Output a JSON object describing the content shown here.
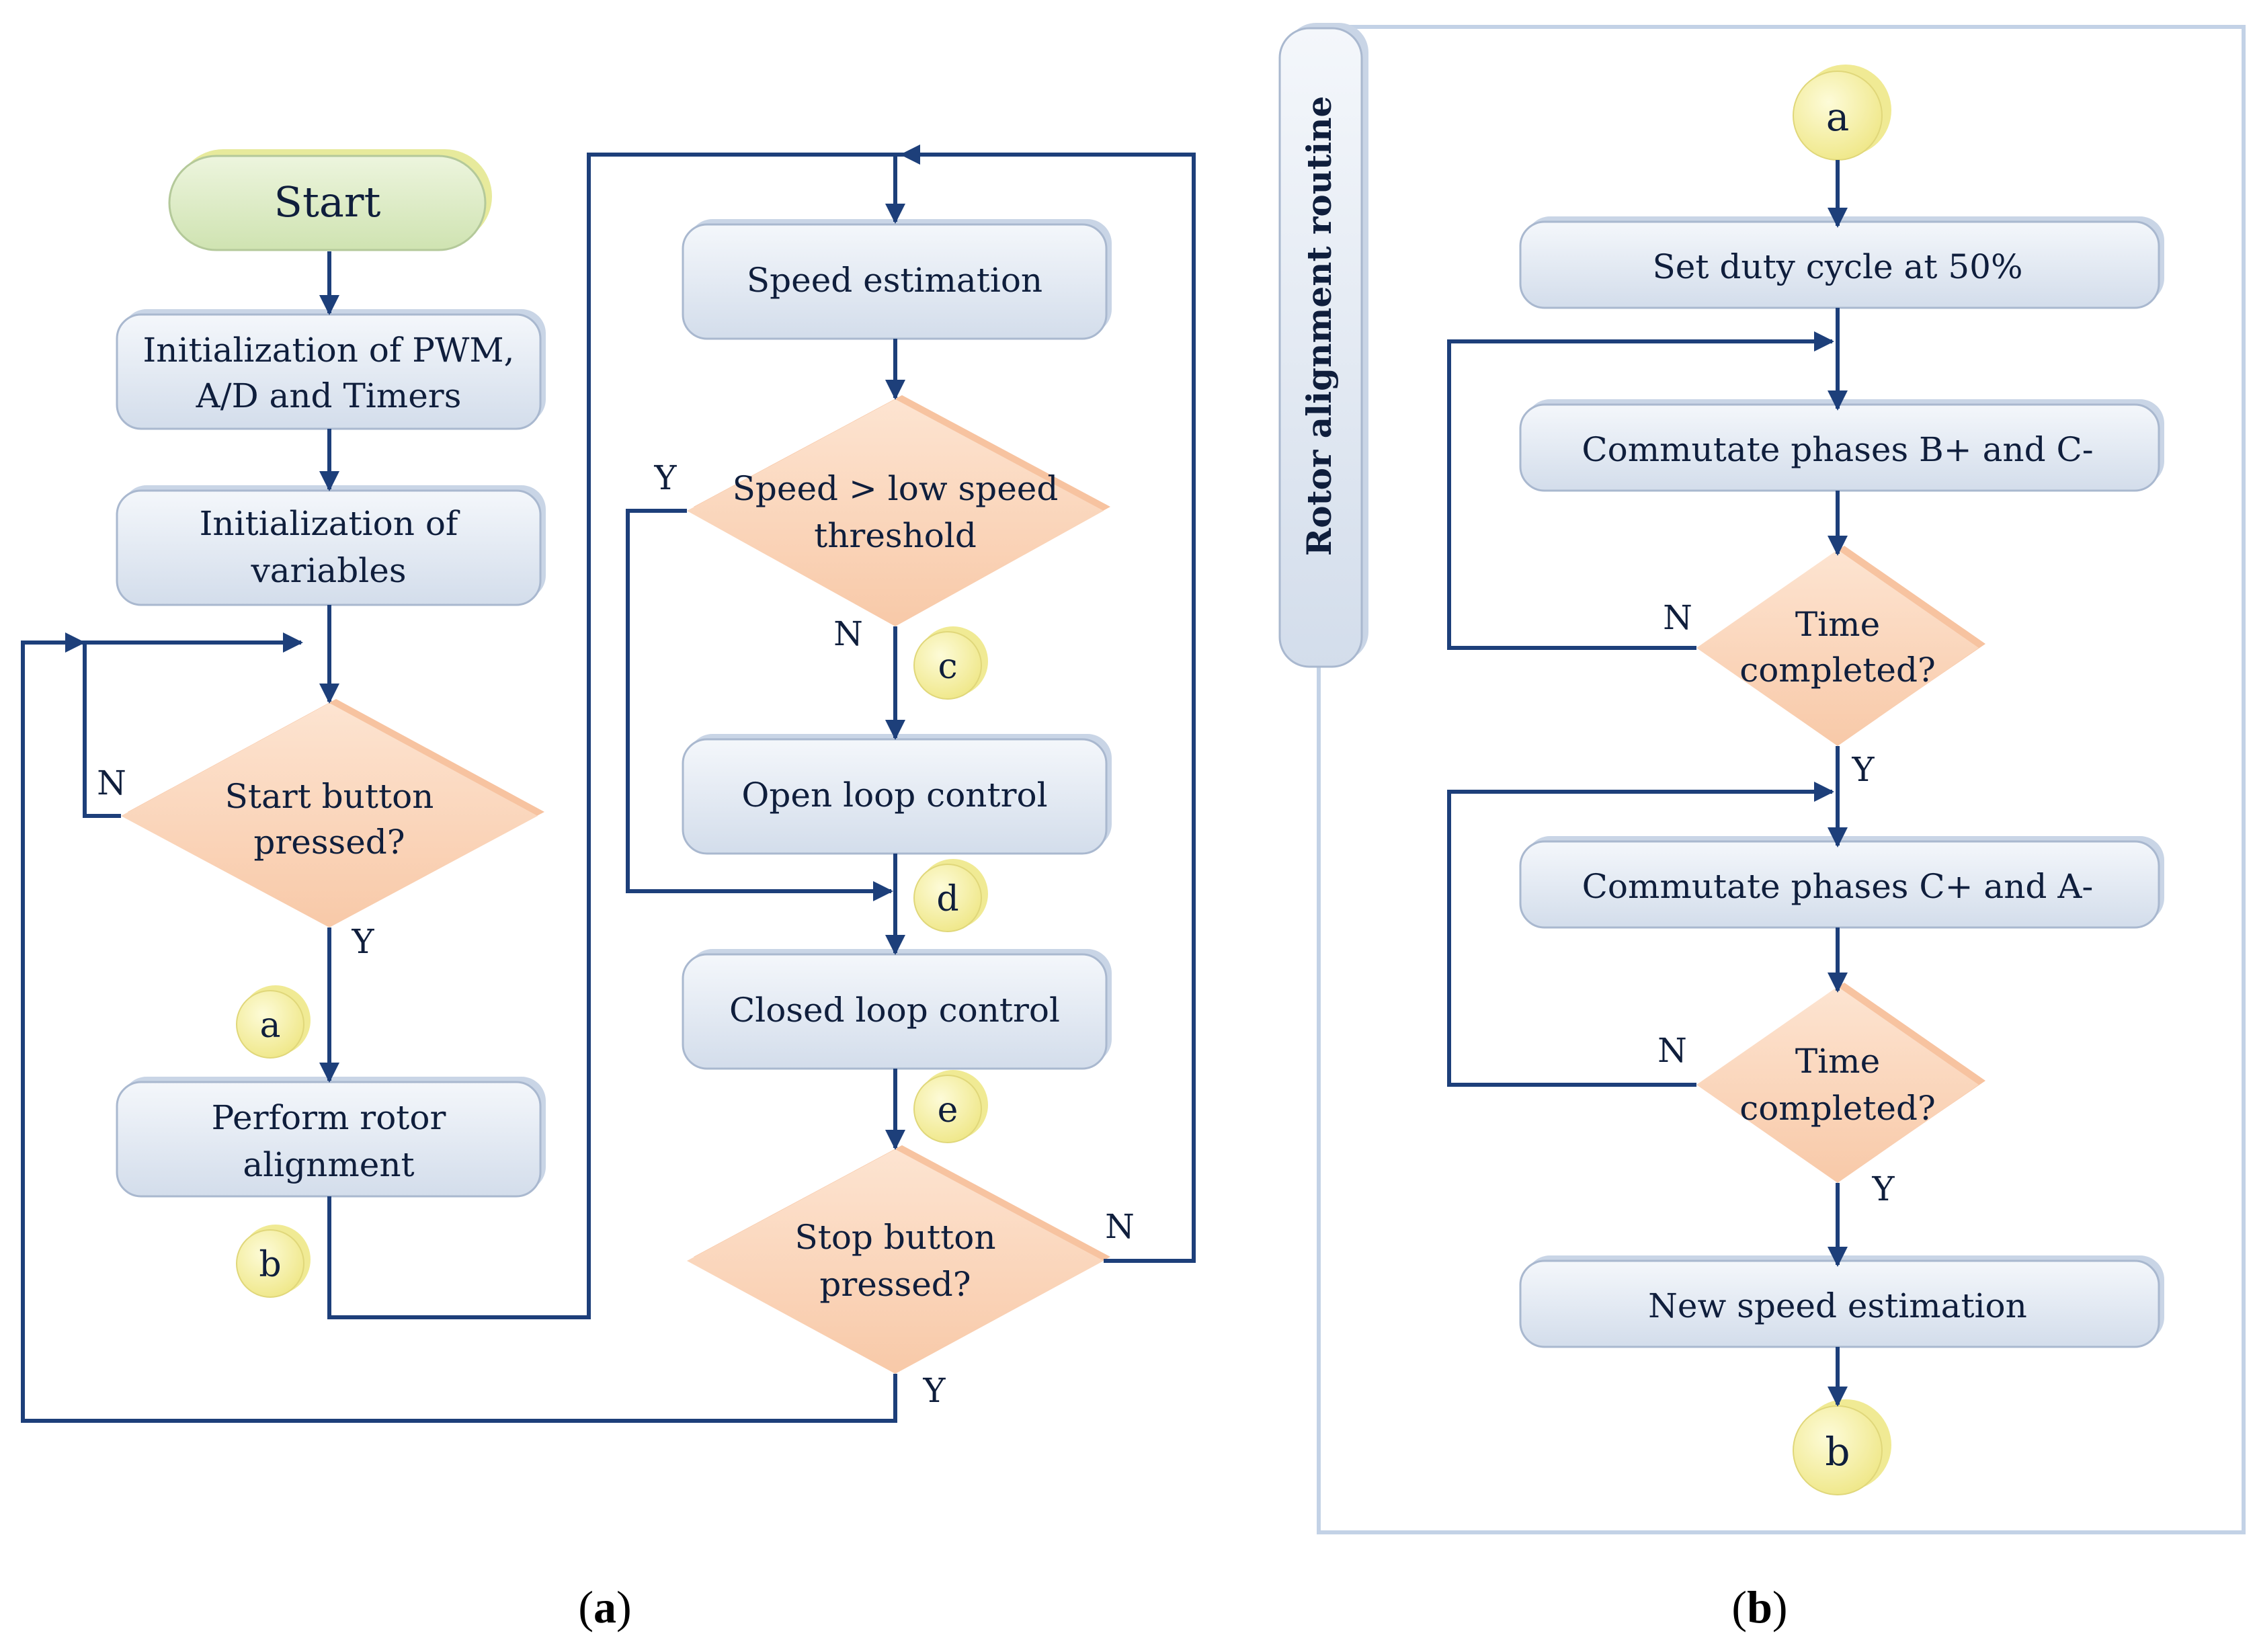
{
  "panel_a": {
    "start": "Start",
    "init_pwm": [
      "Initialization of PWM,",
      "A/D and Timers"
    ],
    "init_vars": [
      "Initialization of",
      "variables"
    ],
    "start_btn": [
      "Start button",
      "pressed?"
    ],
    "rotor_align": [
      "Perform rotor",
      "alignment"
    ],
    "speed_est": "Speed estimation",
    "speed_check": [
      "Speed > low speed",
      "threshold"
    ],
    "open_loop": "Open loop control",
    "closed_loop": "Closed loop control",
    "stop_btn": [
      "Stop button",
      "pressed?"
    ],
    "connectors": {
      "a": "a",
      "b": "b",
      "c": "c",
      "d": "d",
      "e": "e"
    },
    "labels": {
      "start_n": "N",
      "start_y": "Y",
      "speed_y": "Y",
      "speed_n": "N",
      "stop_n": "N",
      "stop_y": "Y"
    },
    "caption_letter": "a"
  },
  "panel_b": {
    "routine_title": "Rotor alignment routine",
    "conn_a": "a",
    "set_duty": "Set duty cycle at 50%",
    "commute_bc": "Commutate phases B+ and C-",
    "time1": [
      "Time",
      "completed?"
    ],
    "commute_ca": "Commutate phases C+ and A-",
    "time2": [
      "Time",
      "completed?"
    ],
    "new_speed": "New speed estimation",
    "conn_b": "b",
    "labels": {
      "t1_n": "N",
      "t1_y": "Y",
      "t2_n": "N",
      "t2_y": "Y"
    },
    "caption_letter": "b"
  },
  "colors": {
    "arrow": "#1d3f7a",
    "process_fill": "#e2e9f3",
    "decision_fill": "#fbd6bd",
    "start_fill": "#dcebc4",
    "connector_fill": "#f6f1a0",
    "panel_border": "#c3d2e6"
  }
}
